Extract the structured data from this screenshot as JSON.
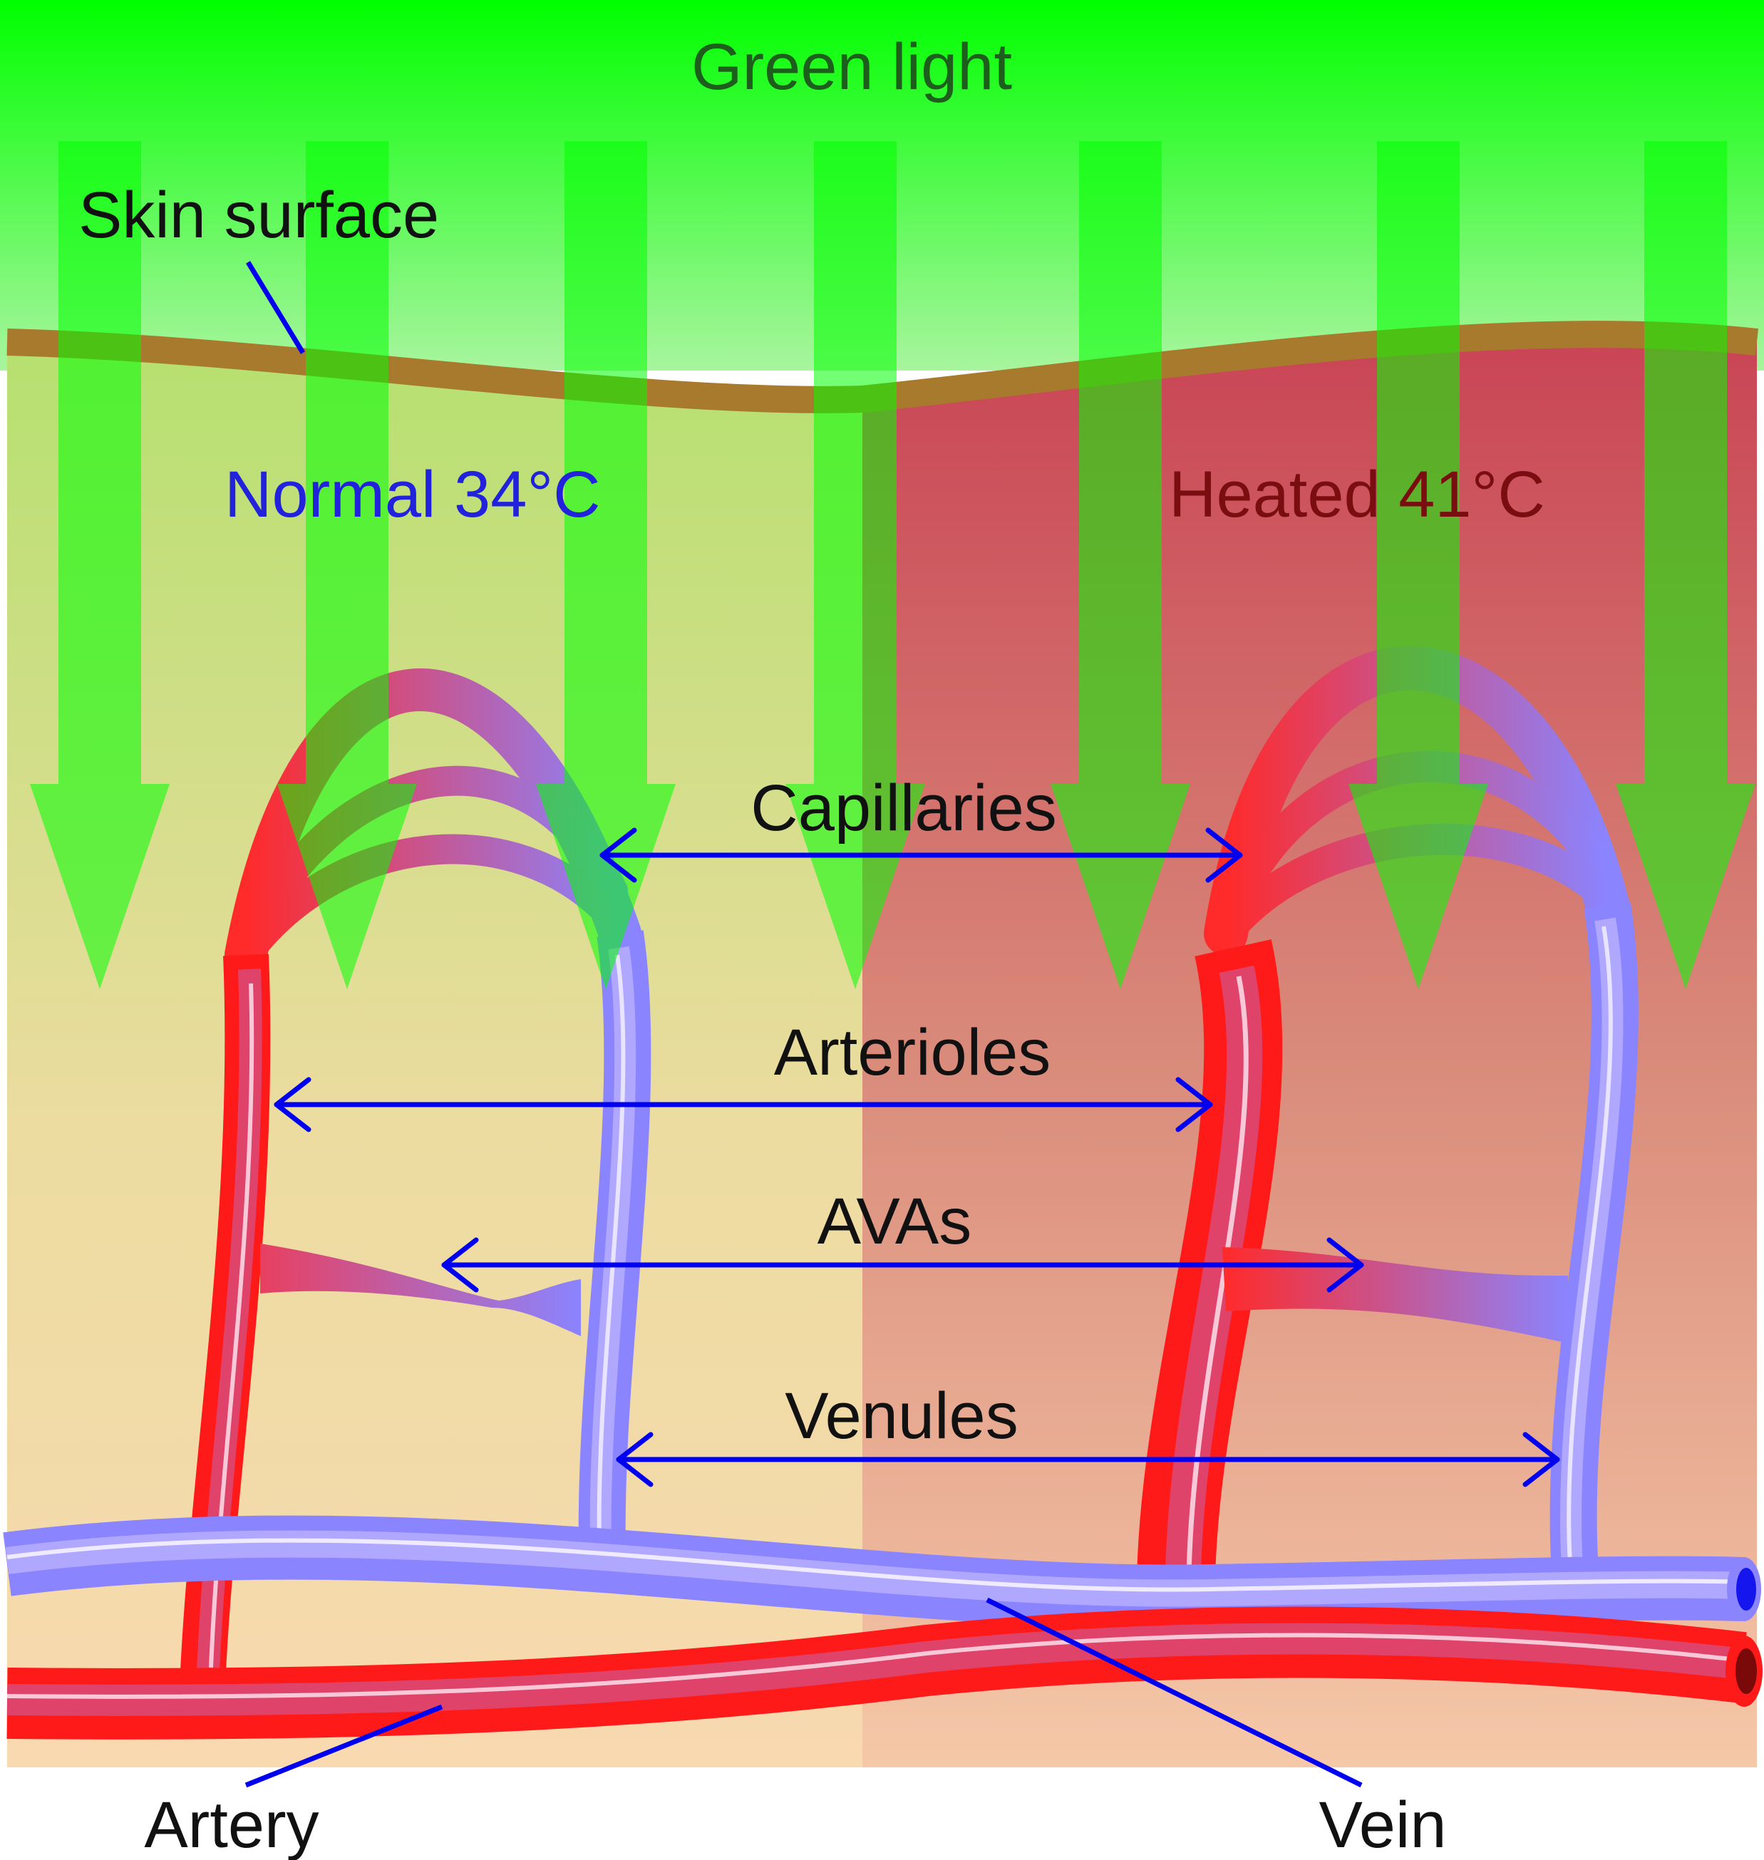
{
  "labels": {
    "green_light": "Green light",
    "skin_surface": "Skin surface",
    "normal": "Normal 34°C",
    "heated": "Heated 41°C",
    "capillaries": "Capillaries",
    "arterioles": "Arterioles",
    "avas": "AVAs",
    "venules": "Venules",
    "artery": "Artery",
    "vein": "Vein"
  },
  "colors": {
    "green_light": "#00ff00",
    "skin_line": "#a87a2e",
    "normal_tissue": "#b5e06f",
    "heated_tissue": "#c94455",
    "dermis_base": "#f8d9b0",
    "artery": "#ff1a1a",
    "artery_inner": "#e0436a",
    "vein": "#8a84ff",
    "vein_inner": "#b0a8ff",
    "pointer_arrow": "#0000ee",
    "normal_label": "#2222dd",
    "heated_label": "#7a0d10",
    "green_label": "#1d5e1d",
    "text": "#111111"
  },
  "icons": {
    "light_arrows": "down-arrow-icon",
    "measure_arrows": "double-headed-arrow-icon"
  }
}
